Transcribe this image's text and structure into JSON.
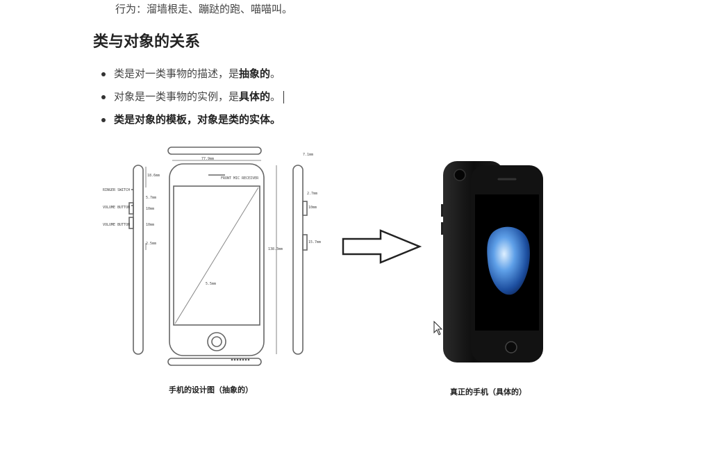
{
  "doc": {
    "behavior_line": "行为：溜墙根走、蹦跶的跑、喵喵叫。",
    "heading": "类与对象的关系",
    "bullets": [
      {
        "normal": "类是对一类事物的描述，是",
        "bold": "抽象的",
        "end": "。"
      },
      {
        "normal": "对象是一类事物的实例，是",
        "bold": "具体的",
        "end": "。"
      },
      {
        "text": "类是对象的模板，对象是类的实体。"
      }
    ]
  },
  "figures": {
    "blueprint_caption": "手机的设计图（抽象的）",
    "real_caption": "真正的手机（具体的）",
    "dims": {
      "width": "77.9mm",
      "height": "138.3mm",
      "depth": "7.1mm",
      "diagonal": "5.5mm",
      "top": "18.6mm",
      "s1": "5.7mm",
      "s2": "2.5mm",
      "v1": "10mm",
      "v2": "10mm",
      "r1": "2.7mm",
      "r2": "10mm",
      "r3": "15.7mm",
      "ringer": "RINGER SWITCH",
      "vol_up": "VOLUME BUTTON",
      "vol_down": "VOLUME BUTTON",
      "front_text": "FRONT MIC RECEIVER"
    }
  },
  "colors": {
    "text": "#333333",
    "heading": "#222222",
    "phone_body": "#111111"
  }
}
